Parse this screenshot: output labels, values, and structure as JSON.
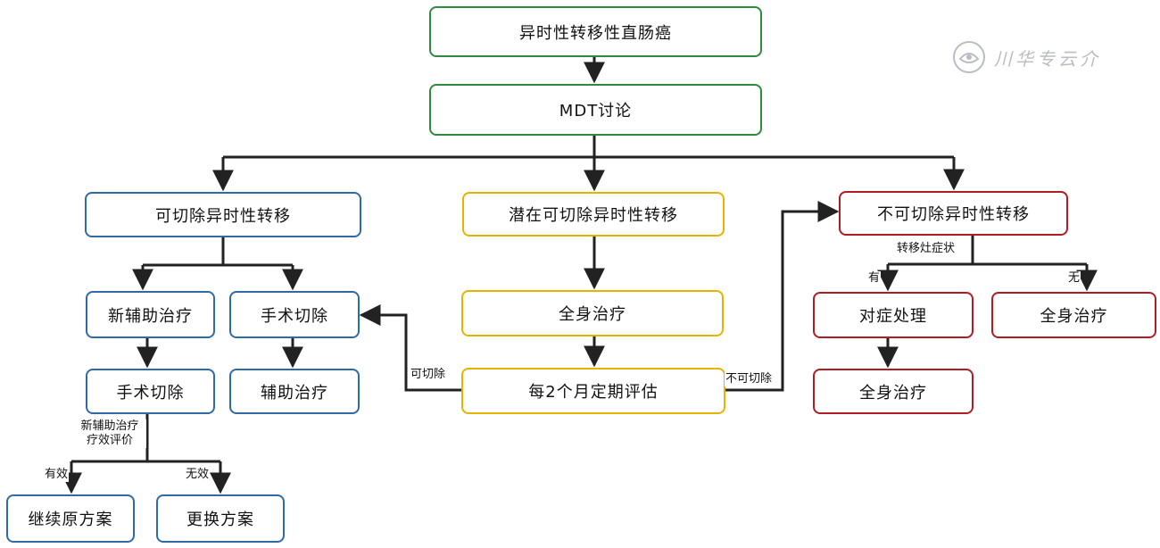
{
  "nodes": {
    "root": "异时性转移性直肠癌",
    "mdt": "MDT讨论",
    "resectable": "可切除异时性转移",
    "potential": "潜在可切除异时性转移",
    "unresectable": "不可切除异时性转移",
    "neoadjuvant": "新辅助治疗",
    "surgery_a": "手术切除",
    "surgery_b": "手术切除",
    "adjuvant": "辅助治疗",
    "continue": "继续原方案",
    "change": "更换方案",
    "systemic_mid": "全身治疗",
    "eval": "每2个月定期评估",
    "symptomatic": "对症处理",
    "systemic_r1": "全身治疗",
    "systemic_r2": "全身治疗"
  },
  "labels": {
    "neo_eval_line1": "新辅助治疗",
    "neo_eval_line2": "疗效评价",
    "effective": "有效",
    "ineffective": "无效",
    "resectable_edge": "可切除",
    "unresectable_edge": "不可切除",
    "met_symptoms": "转移灶症状",
    "yes": "有",
    "no": "无"
  },
  "watermark": {
    "text": "川华专云介",
    "logo": "circular-emblem-icon"
  },
  "colors": {
    "green": "#2e8b3d",
    "blue": "#2f6aa8",
    "yellow": "#e6b400",
    "red": "#b01c24",
    "line": "#222222"
  }
}
